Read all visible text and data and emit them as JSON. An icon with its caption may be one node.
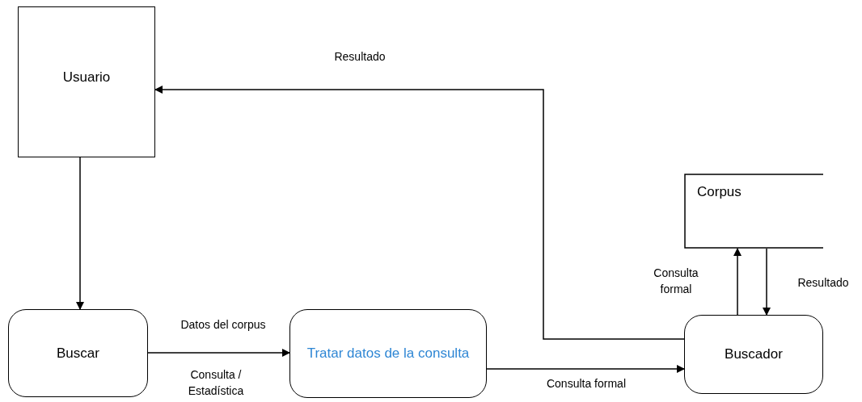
{
  "diagram": {
    "nodes": [
      {
        "text": [
          "Usuario"
        ]
      },
      {
        "text": [
          "Buscar"
        ]
      },
      {
        "text": [
          "Tratar datos de la consulta"
        ]
      },
      {
        "text": [
          "Buscador"
        ]
      },
      {
        "text": [
          "Corpus"
        ]
      }
    ],
    "edges": [
      {
        "from": 0,
        "to": 1,
        "arrow": "to"
      },
      {
        "from": 1,
        "to": 2,
        "arrow": "to",
        "label": "Datos del corpus"
      },
      {
        "from": 2,
        "to": 3,
        "arrow": "to",
        "label": "Consulta formal"
      },
      {
        "from": 3,
        "to": 0,
        "arrow": "to",
        "label": "Resultado"
      },
      {
        "from": 3,
        "to": 4,
        "arrow": "to",
        "label": "Consulta formal"
      },
      {
        "from": 4,
        "to": 3,
        "arrow": "to",
        "label": "Resultado"
      }
    ],
    "labels": [
      "Consulta / Estadística"
    ]
  }
}
